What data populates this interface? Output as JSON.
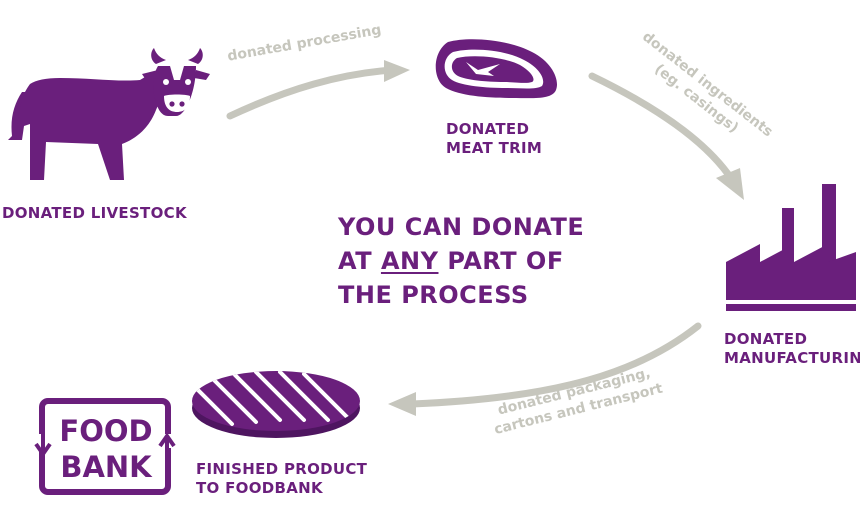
{
  "colors": {
    "purple": "#6a1f7c",
    "arrow_gray": "#c6c6bd"
  },
  "stages": {
    "livestock": {
      "icon": "cow-icon",
      "label": "DONATED LIVESTOCK"
    },
    "meat_trim": {
      "icon": "steak-icon",
      "label_line1": "DONATED",
      "label_line2": "MEAT TRIM"
    },
    "manufacturing": {
      "icon": "factory-icon",
      "label_line1": "DONATED",
      "label_line2": "MANUFACTURIN"
    },
    "finished": {
      "icon": "patty-icon",
      "label_line1": "FINISHED PRODUCT",
      "label_line2": "TO FOODBANK"
    },
    "foodbank": {
      "icon": "foodbank-logo",
      "logo_line1": "FOOD",
      "logo_line2": "BANK"
    }
  },
  "transitions": {
    "processing": "donated processing",
    "ingredients_line1": "donated ingredients",
    "ingredients_line2": "(eg. casings)",
    "packaging_line1": "donated packaging,",
    "packaging_line2": "cartons and transport"
  },
  "center": {
    "line1": "YOU CAN DONATE",
    "line2_pre": "AT ",
    "line2_emph": "ANY",
    "line2_post": " PART OF",
    "line3": "THE PROCESS"
  }
}
